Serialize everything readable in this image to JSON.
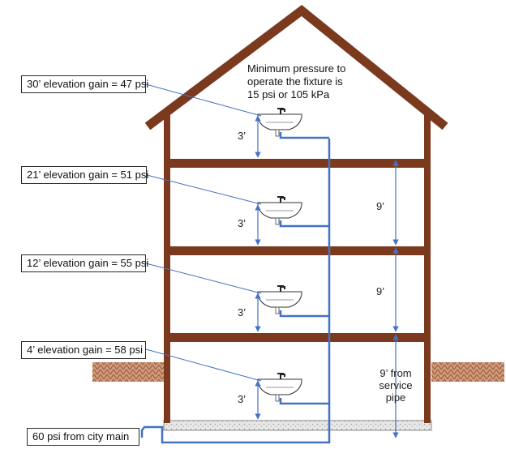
{
  "header": {
    "note": "Minimum pressure to\noperate the fixture is\n15 psi or 105 kPa"
  },
  "callouts": [
    {
      "text": "30’ elevation gain = 47 psi"
    },
    {
      "text": "21’ elevation gain = 51 psi"
    },
    {
      "text": "12’ elevation gain = 55 psi"
    },
    {
      "text": "4’ elevation gain = 58 psi"
    },
    {
      "text": "60 psi from city main"
    }
  ],
  "dimensions": {
    "fixture_height": "3’",
    "floor_height": "9’",
    "service_height": "9’ from\nservice\npipe"
  },
  "colors": {
    "wood": "#7b3a1e",
    "pipe": "#4472c4",
    "soil": "#c98a6a",
    "text": "#111111"
  }
}
